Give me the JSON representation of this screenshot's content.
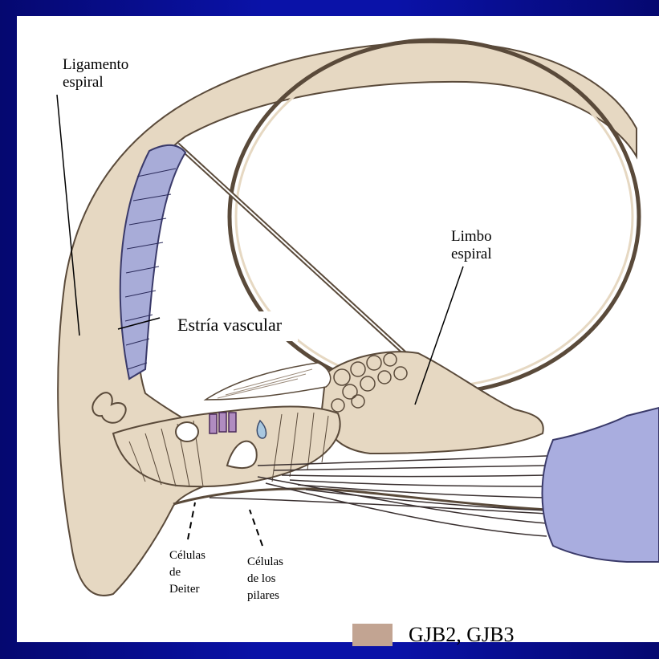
{
  "labels": {
    "ligamento": [
      "Ligamento",
      "espiral"
    ],
    "limbo": [
      "Limbo",
      "espiral"
    ],
    "estria": "Estría vascular",
    "deiter": [
      "Células",
      "de",
      "Deiter"
    ],
    "pilares": [
      "Células",
      "de los",
      "pilares"
    ]
  },
  "legend": {
    "text": "GJB2, GJB3",
    "color": "#c2a492"
  },
  "colors": {
    "frame": "#0a12a8",
    "tissue": "#e6d8c2",
    "stria": "#a8acd8",
    "nerve_ganglion": "#a9addf",
    "hair_cells": "#b08cc0"
  }
}
